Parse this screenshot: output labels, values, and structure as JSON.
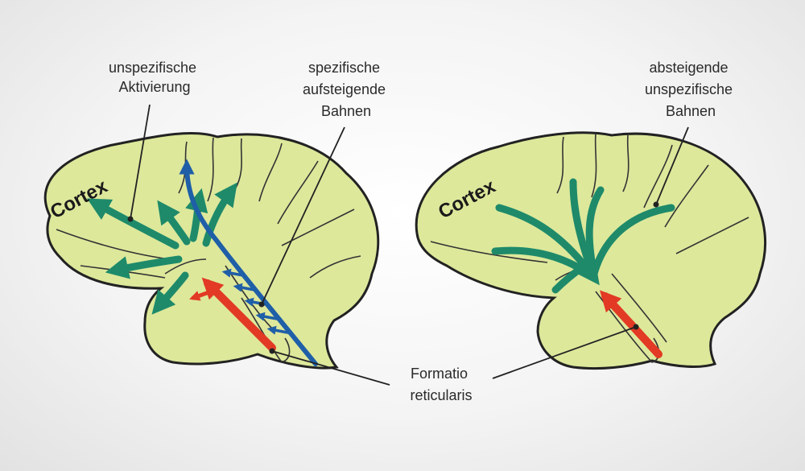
{
  "left_brain": {
    "cortex_label": "Cortex",
    "label_unspecific_activation": [
      "unspezifische",
      "Aktivierung"
    ],
    "label_specific_ascending": [
      "spezifische",
      "aufsteigende",
      "Bahnen"
    ]
  },
  "right_brain": {
    "cortex_label": "Cortex",
    "label_descending_unspecific": [
      "absteigende",
      "unspezifische",
      "Bahnen"
    ]
  },
  "label_formatio": [
    "Formatio",
    "reticularis"
  ],
  "colors": {
    "brain_fill": "#dde89b",
    "unspecific_green": "#1e8a6a",
    "specific_blue": "#1f5fa8",
    "formatio_red": "#e23a24"
  }
}
